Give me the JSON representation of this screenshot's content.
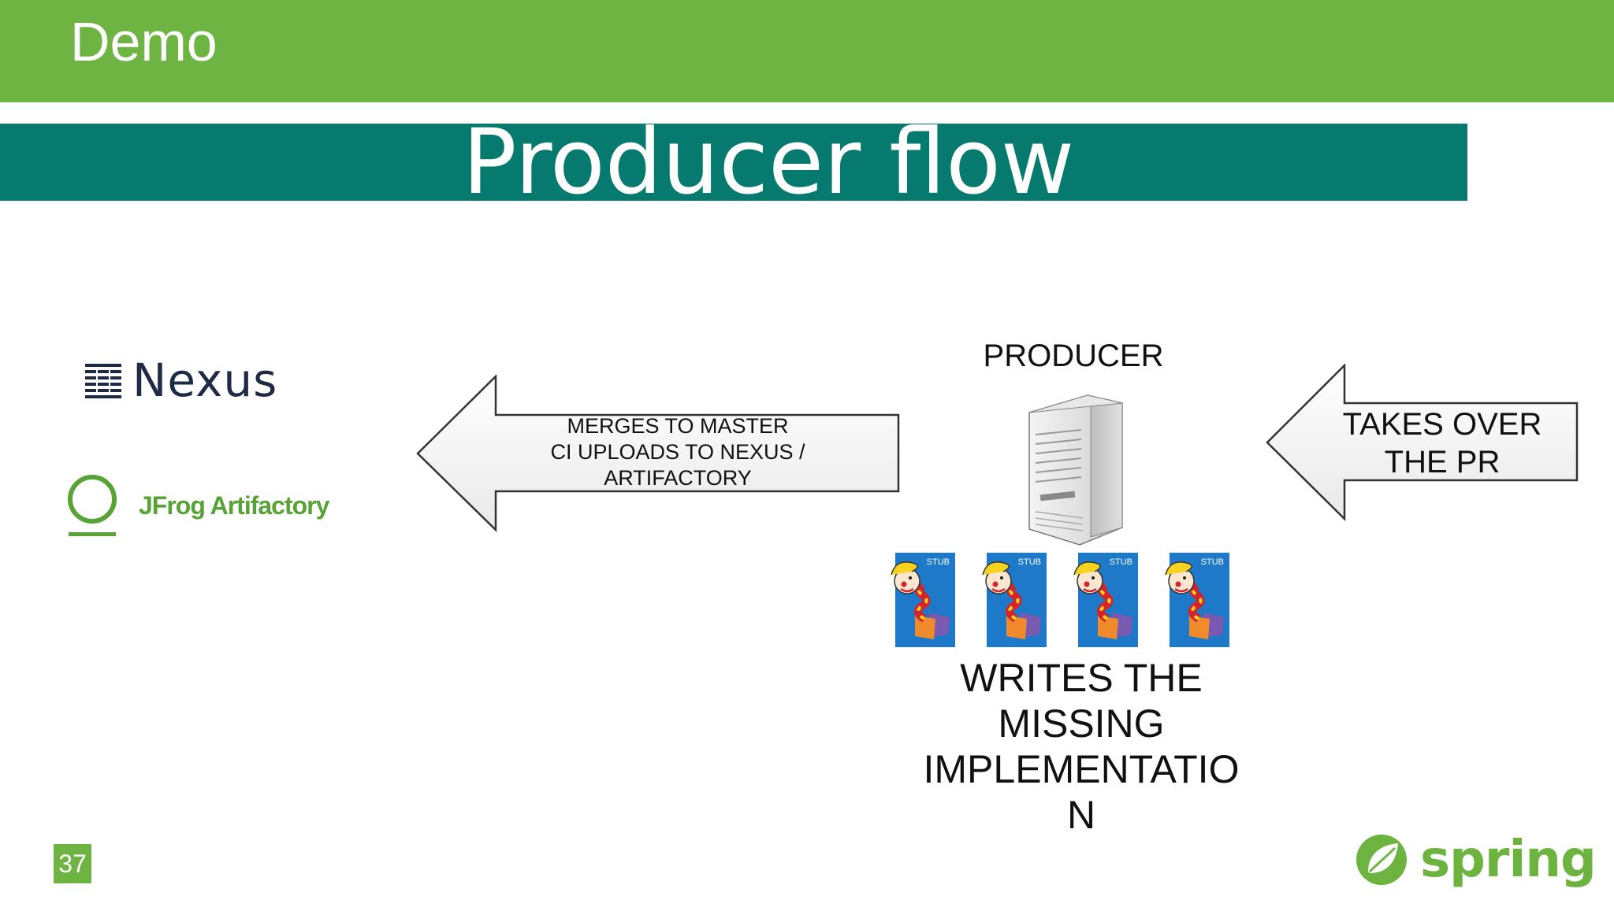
{
  "header": {
    "section_title": "Demo",
    "slide_title": "Producer flow"
  },
  "logos": {
    "nexus": "Nexus",
    "jfrog": "JFrog Artifactory",
    "spring": "spring"
  },
  "arrows": {
    "left_lines": [
      "MERGES TO MASTER",
      "CI UPLOADS TO NEXUS /",
      "ARTIFACTORY"
    ],
    "right_lines": [
      "TAKES OVER",
      "THE PR"
    ]
  },
  "producer": {
    "label": "PRODUCER",
    "stub_label": "STUB",
    "writes_text": "WRITES THE\nMISSING\nIMPLEMENTATIO\nN"
  },
  "footer": {
    "slide_number": "37"
  },
  "colors": {
    "brand_green": "#6db443",
    "title_teal": "#067a6e",
    "stub_blue": "#1e7ac8"
  }
}
